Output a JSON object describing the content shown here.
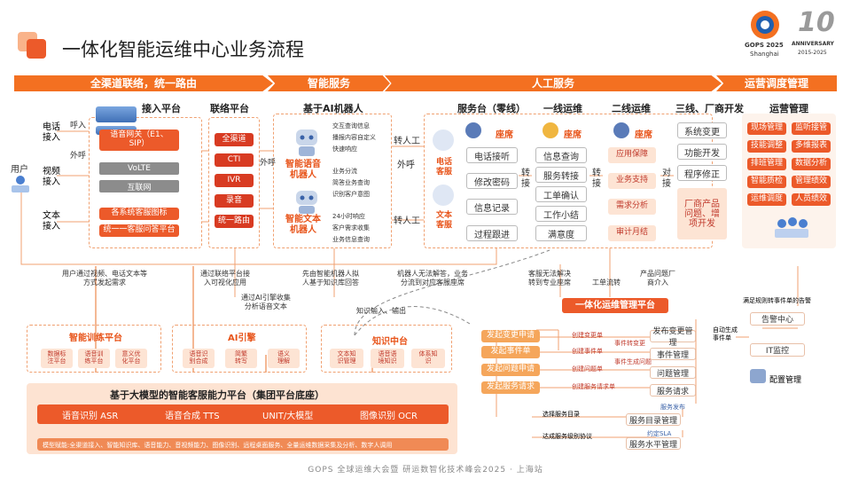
{
  "header": {
    "title": "一体化智能运维中心业务流程",
    "logo_event": "GOPS 2025",
    "logo_city": "Shanghai",
    "anniv": "ANNIVERSARY",
    "anniv_years": "2015-2025"
  },
  "stage_bars": [
    "全渠道联络，统一路由",
    "智能服务",
    "人工服务",
    "运营调度管理"
  ],
  "col_titles": {
    "access": "接入平台",
    "contact": "联络平台",
    "ai": "基于AI机器人",
    "desk": "服务台（零线）",
    "l1": "一线运维",
    "l2": "二线运维",
    "l3": "三线、厂商开发",
    "ops": "运营管理"
  },
  "left": {
    "user": "用户",
    "phone": "电话\n接入",
    "video": "视频\n接入",
    "text": "文本\n接入",
    "call_in": "呼入",
    "call_out": "外呼"
  },
  "access": {
    "voice_gw": "语音网关（E1、SIP）",
    "volte": "VoLTE",
    "net": "互联网",
    "sys_icon": "各系统客服图标",
    "unified": "统一一客服问答平台"
  },
  "contact": {
    "items": [
      "全渠道",
      "CTI",
      "IVR",
      "录音",
      "统一路由"
    ],
    "out": "外呼"
  },
  "ai": {
    "voice_bot": "智能语音\n机器人",
    "text_bot": "智能文本\n机器人",
    "voice_feats": [
      "交互查询信息",
      "播报内容自定义",
      "快速响应"
    ],
    "mid_feats": [
      "业务分流",
      "简答业务查询",
      "识别客户意图"
    ],
    "text_feats": [
      "24小时响应",
      "客户需求收集",
      "业务信息查询"
    ],
    "to_human": "转人工",
    "out": "外呼",
    "to_human2": "转人工"
  },
  "desk": {
    "phone_cs": "电话\n客服",
    "text_cs": "文本\n客服",
    "seat": "座席",
    "items": [
      "电话接听",
      "修改密码",
      "信息记录",
      "过程跟进"
    ]
  },
  "l1": {
    "seat": "座席",
    "items": [
      "信息查询",
      "服务转接",
      "工单确认",
      "工作小结",
      "满意度"
    ]
  },
  "l2": {
    "seat": "座席",
    "items": [
      "应用保障",
      "业务支持",
      "需求分析",
      "审计月结"
    ]
  },
  "l3": {
    "items": [
      "系统变更",
      "功能开发",
      "程序修正"
    ],
    "vendor": "厂商产品\n问题、增\n项开发"
  },
  "transfer": {
    "a": "转\n接",
    "b": "转\n接",
    "c": "对\n接"
  },
  "ops": {
    "items": [
      "现场管理",
      "监听接管",
      "技能调整",
      "多维报表",
      "排班管理",
      "数据分析",
      "智能质检",
      "管理绩效",
      "运维调度",
      "人员绩效"
    ]
  },
  "captions": {
    "c1": "用户通过视频、电话文本等\n方式发起需求",
    "c2": "通过联络平台接\n入可视化应用",
    "c3": "通过AI引擎收集\n分析语音文本",
    "c4": "先由智能机器人拟\n人基于知识库回答",
    "c5": "机器人无法解答，业务\n分流到对应客服座席",
    "c6": "客服无法解决\n转到专业座席",
    "c7": "工单流转",
    "c8": "产品问题厂\n商介入",
    "c9": "知识输入、输出"
  },
  "platform": "一体化运维管理平台",
  "mgmt": {
    "left": [
      "发起变更申请",
      "发起事件单",
      "发起问题申请",
      "发起服务请求"
    ],
    "create": [
      "创建变更单",
      "创建事件单",
      "创建问题单",
      "创建服务请求单"
    ],
    "mid": [
      "发布变更管理",
      "事件管理",
      "问题管理",
      "服务请求"
    ],
    "sub": [
      "事件转变更",
      "事件生成问题"
    ],
    "alert": "告警中心",
    "it": "IT监控",
    "config": "配置管理",
    "auto": "自动生成\n事件单",
    "alert_note": "满足规则转事件单的告警",
    "svc_pub": "服务发布",
    "svc_cat": "服务目录管理",
    "svc_catalog_lbl": "选择服务目录",
    "sla": "约定SLA",
    "sla_lbl": "达成服务级别协议",
    "svc_level": "服务水平管理"
  },
  "trainpanel": {
    "title": "智能训练平台",
    "items": [
      "数据标\n注平台",
      "语音训\n练平台",
      "意义优\n化平台"
    ]
  },
  "aiengine": {
    "title": "AI引擎",
    "items": [
      "语音识\n别合成",
      "简繁\n转写",
      "语义\n理解"
    ]
  },
  "kb": {
    "title": "知识中台",
    "items": [
      "文本知\n识管理",
      "语音语\n境知识",
      "体系知\n识"
    ]
  },
  "bigmodel": {
    "title": "基于大模型的智能客服能力平台（集团平台底座）",
    "items": [
      "语音识别 ASR",
      "语音合成 TTS",
      "UNIT/大模型",
      "图像识别 OCR"
    ],
    "note": "模型赋能:全渠道接入、智能知识库、语音能力、音视频能力、图像识别、远程桌面服务、全量运维数据采集及分析、数字人调用"
  },
  "footer": "GOPS 全球运维大会暨 研运数智化技术峰会2025 · 上海站"
}
